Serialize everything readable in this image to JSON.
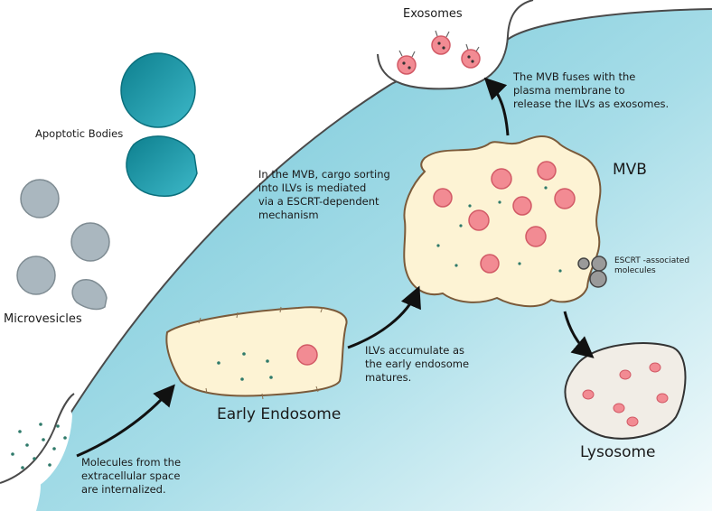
{
  "labels": {
    "exosomes": "Exosomes",
    "apoptotic_bodies": "Apoptotic Bodies",
    "microvesicles": "Microvesicles",
    "mvb": "MVB",
    "early_endosome": "Early Endosome",
    "lysosome": "Lysosome",
    "escrt_molecules": [
      "ESCRT -associated",
      "molecules"
    ]
  },
  "captions": {
    "mvb_fusion": [
      "The MVB fuses with the",
      "plasma membrane to",
      "release the ILVs as exosomes."
    ],
    "cargo_sorting": [
      "In the MVB, cargo sorting",
      "into ILVs is mediated",
      "via a ESCRT-dependent",
      "mechanism"
    ],
    "ilv_accumulate": [
      "ILVs accumulate as",
      "the early endosome",
      "matures."
    ],
    "internalized": [
      "Molecules from the",
      "extracellular space",
      "are internalized."
    ]
  },
  "colors": {
    "cytoplasm_start": "#6cc3d5",
    "cytoplasm_end": "#f4fbfc",
    "membrane": "#4a4a4a",
    "endosome_fill": "#fdf3d4",
    "endosome_stroke": "#7a5a3a",
    "ilv_fill": "#f28b93",
    "ilv_stroke": "#d25a66",
    "apoptotic_fill": "#1596a6",
    "microvesicle_fill": "#aab7bf",
    "lysosome_fill": "#f1ede6",
    "escrt_fill": "#9a9a9a",
    "molecule_dot": "#2f7a6a"
  }
}
